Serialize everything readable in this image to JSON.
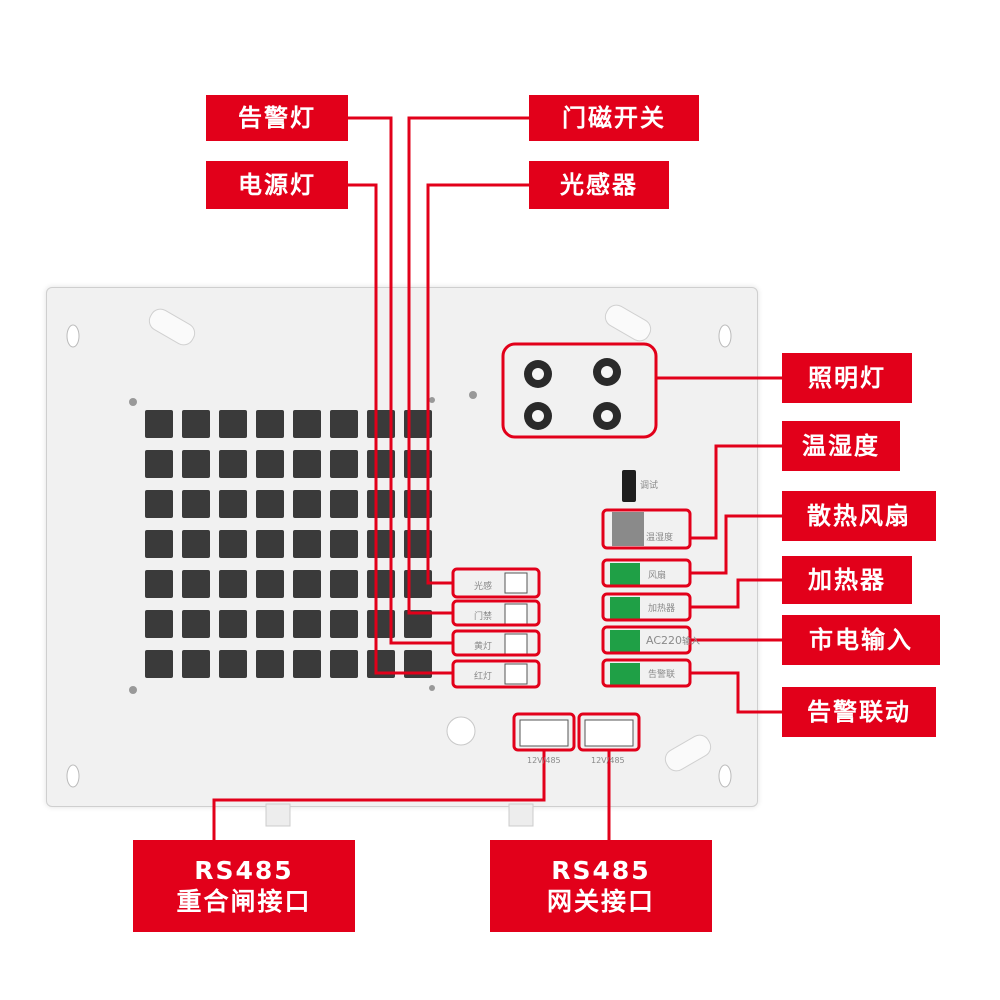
{
  "colors": {
    "accent": "#e2001a",
    "board": "#f1f1f1",
    "grille": "#3a3a3a"
  },
  "callouts": {
    "alarm_light": "告警灯",
    "door_switch": "门磁开关",
    "power_light": "电源灯",
    "light_sensor": "光感器",
    "lighting": "照明灯",
    "temp_humidity": "温湿度",
    "cooling_fan": "散热风扇",
    "heater": "加热器",
    "mains_input": "市电输入",
    "alarm_linkage": "告警联动",
    "rs485_breaker_line1": "RS485",
    "rs485_breaker_line2": "重合闸接口",
    "rs485_gateway_line1": "RS485",
    "rs485_gateway_line2": "网关接口"
  },
  "board_labels": {
    "debug": "调试",
    "temp_humidity": "温湿度",
    "fan": "风扇",
    "heater": "加热器",
    "ac220": "AC220",
    "ac220_suffix": "输入",
    "alarm": "告警联",
    "light_sensor": "光感",
    "door": "门禁",
    "yellow_light": "黄灯",
    "red_light": "红灯",
    "port1": "12V/485",
    "port2": "12V/485"
  }
}
